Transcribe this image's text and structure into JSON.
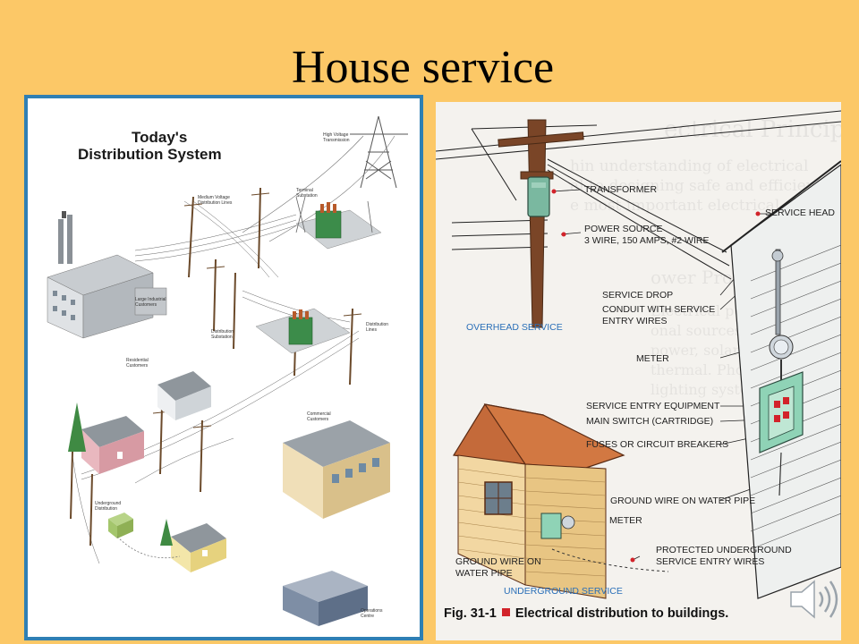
{
  "slide": {
    "title": "House service"
  },
  "left_diagram": {
    "title_line1": "Today's",
    "title_line2": "Distribution System",
    "labels": {
      "high_voltage": "High Voltage\nTransmission",
      "terminal_substation": "Terminal\nSubstation",
      "medium_voltage": "Medium Voltage\nDistribution Lines",
      "large_industrial": "Large Industrial\nCustomers",
      "distribution_substation": "Distribution\nSubstation",
      "distribution_lines": "Distribution\nLines",
      "residential": "Residential\nCustomers",
      "commercial": "Commercial\nCustomers",
      "underground": "Underground\nDistribution",
      "operations": "Operations\nCentre"
    }
  },
  "right_diagram": {
    "labels": {
      "transformer": "TRANSFORMER",
      "power_source_1": "POWER SOURCE",
      "power_source_2": "3 WIRE, 150 AMPS, #2 WIRE",
      "service_head": "SERVICE HEAD",
      "service_drop": "SERVICE DROP",
      "overhead_service": "OVERHEAD SERVICE",
      "conduit_1": "CONDUIT WITH SERVICE",
      "conduit_2": "ENTRY WIRES",
      "meter_upper": "METER",
      "service_entry_equipment": "SERVICE ENTRY EQUIPMENT",
      "main_switch": "MAIN SWITCH (CARTRIDGE)",
      "fuses": "FUSES OR CIRCUIT BREAKERS",
      "ground_wire_right": "GROUND WIRE ON WATER PIPE",
      "meter_lower": "METER",
      "protected_1": "PROTECTED UNDERGROUND",
      "protected_2": "SERVICE ENTRY WIRES",
      "ground_wire_left_1": "GROUND WIRE ON",
      "ground_wire_left_2": "WATER PIPE",
      "underground_service": "UNDERGROUND SERVICE"
    },
    "caption_fig": "Fig. 31-1",
    "caption_text": "Electrical distribution to buildings.",
    "ghost_lines": [
      "ectrical Principles",
      "hin understanding of electrical",
      "al to designing safe and efficient archi-",
      "e most important electrical systems",
      "ower Production",
      "Electrical power is generated from sev-",
      "onal sources, including water and nuclear",
      "power, solar (photovoltaic),",
      "thermal. Photovoltaic cells con-",
      "lighting systems, and electrical"
    ]
  },
  "colors": {
    "background": "#fcc867",
    "accent_blue": "#2a6fb8",
    "caption_square": "#d2232a"
  }
}
